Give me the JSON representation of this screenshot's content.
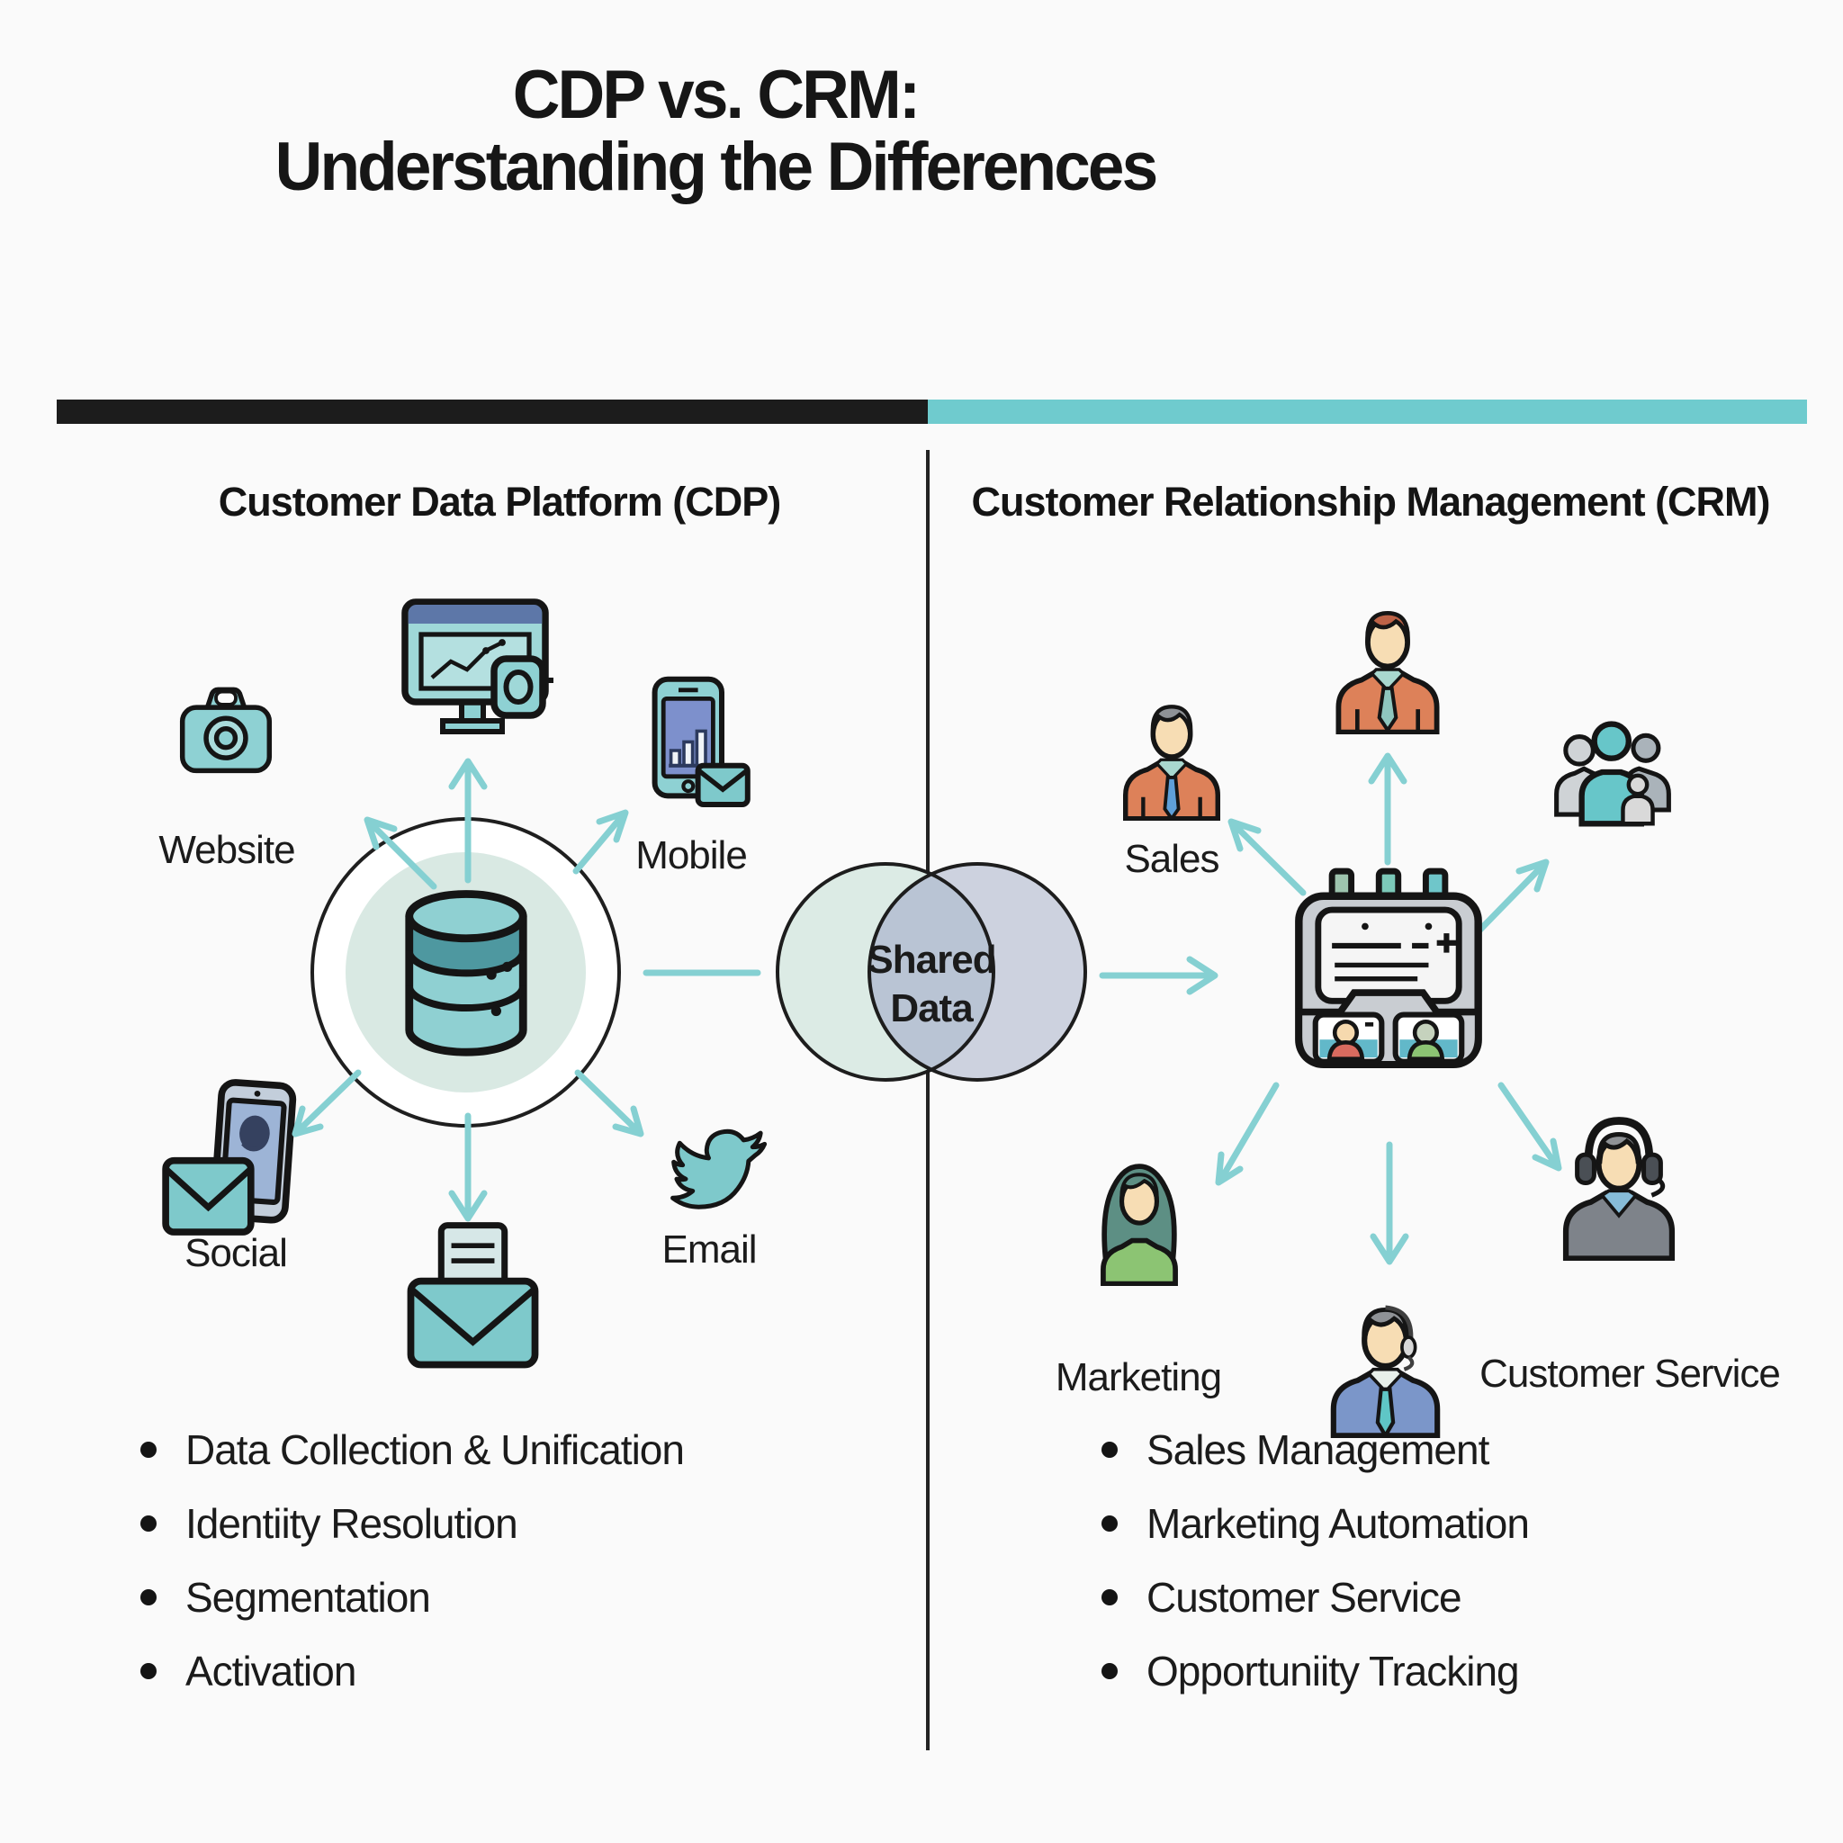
{
  "title": {
    "line1": "CDP vs. CRM:",
    "line2": "Understanding the Differences"
  },
  "columns": {
    "cdp": {
      "header": "Customer Data Platform (CDP)",
      "channel_labels": {
        "website": "Website",
        "mobile": "Mobile",
        "social": "Social",
        "email": "Email"
      },
      "bullets": [
        "Data Collection & Unification",
        "Identiity Resolution",
        "Segmentation",
        "Activation"
      ],
      "icons": [
        "analytics-monitor-icon",
        "camera-icon",
        "mobile-analytics-icon",
        "database-icon",
        "social-phone-icon",
        "outgoing-mail-icon",
        "twitter-bird-icon"
      ]
    },
    "crm": {
      "header": "Customer Relationship Management (CRM)",
      "role_labels": {
        "sales": "Sales",
        "marketing": "Marketing",
        "customer_service": "Customer Service"
      },
      "bullets": [
        "Sales Management",
        "Marketing Automation",
        "Customer Service",
        "Opportuniity Tracking"
      ],
      "icons": [
        "salesperson-icon",
        "account-manager-icon",
        "customer-group-icon",
        "crm-contact-book-icon",
        "marketing-person-icon",
        "support-agent-icon",
        "customer-service-headset-icon"
      ]
    }
  },
  "venn": {
    "line1": "Shared",
    "line2": "Data"
  },
  "colors": {
    "accent_teal": "#6fcbce",
    "bar_black": "#1c1c1c",
    "arrow_teal": "#85d0d2",
    "icon_teal": "#7ec9cb",
    "venn_left_fill": "#dcebe5",
    "venn_right_fill": "#cdd2df",
    "venn_overlap_fill": "#b9c4d4",
    "background": "#fafafa",
    "text": "#1b1b1b"
  }
}
